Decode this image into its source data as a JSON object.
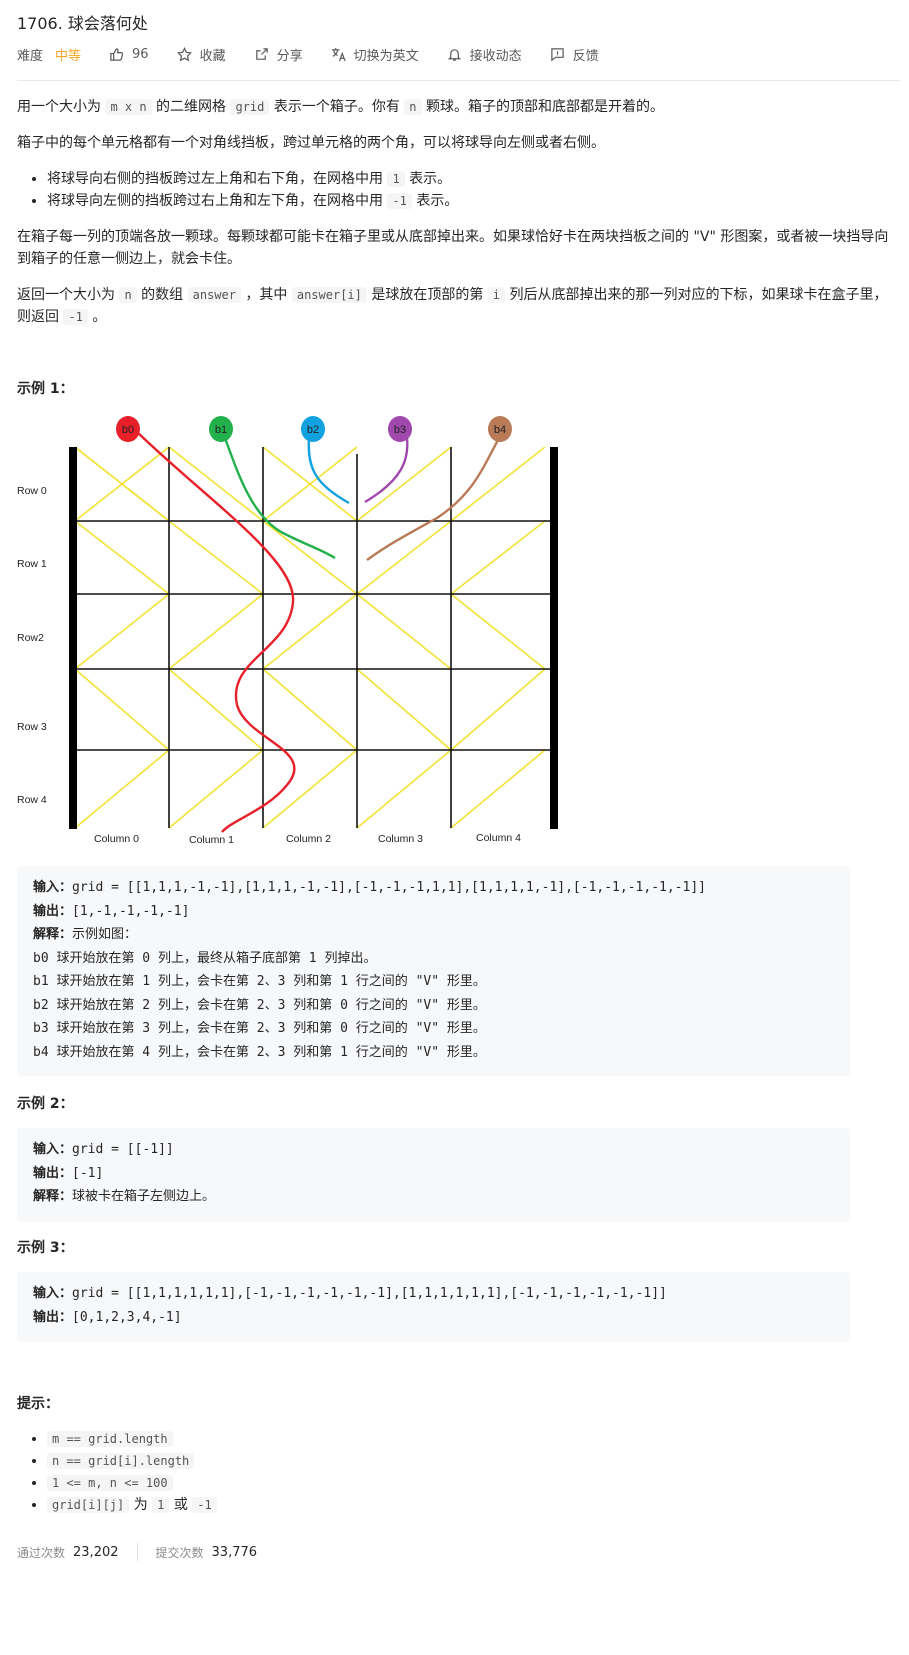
{
  "header": {
    "title": "1706. 球会落何处",
    "difficulty_label": "难度",
    "difficulty": "中等",
    "likes": "96",
    "favorite": "收藏",
    "share": "分享",
    "switch_lang": "切换为英文",
    "notify": "接收动态",
    "feedback": "反馈"
  },
  "description": {
    "p1_a": "用一个大小为 ",
    "p1_code1": "m x n",
    "p1_b": " 的二维网格 ",
    "p1_code2": "grid",
    "p1_c": " 表示一个箱子。你有 ",
    "p1_code3": "n",
    "p1_d": " 颗球。箱子的顶部和底部都是开着的。",
    "p2": "箱子中的每个单元格都有一个对角线挡板，跨过单元格的两个角，可以将球导向左侧或者右侧。",
    "li1_a": "将球导向右侧的挡板跨过左上角和右下角，在网格中用 ",
    "li1_code": "1",
    "li1_b": " 表示。",
    "li2_a": "将球导向左侧的挡板跨过右上角和左下角，在网格中用 ",
    "li2_code": "-1",
    "li2_b": " 表示。",
    "p3": "在箱子每一列的顶端各放一颗球。每颗球都可能卡在箱子里或从底部掉出来。如果球恰好卡在两块挡板之间的 \"V\" 形图案，或者被一块挡导向到箱子的任意一侧边上，就会卡住。",
    "p4_a": "返回一个大小为 ",
    "p4_code1": "n",
    "p4_b": " 的数组 ",
    "p4_code2": "answer",
    "p4_c": " ，其中 ",
    "p4_code3": "answer[i]",
    "p4_d": " 是球放在顶部的第 ",
    "p4_code4": "i",
    "p4_e": " 列后从底部掉出来的那一列对应的下标，如果球卡在盒子里，则返回 ",
    "p4_code5": "-1",
    "p4_f": " 。"
  },
  "figure": {
    "balls": [
      "b0",
      "b1",
      "b2",
      "b3",
      "b4"
    ],
    "ball_colors": [
      "#e8202a",
      "#22b04b",
      "#12a2e0",
      "#a148ad",
      "#b97a57"
    ],
    "rows": [
      "Row 0",
      "Row 1",
      "Row2",
      "Row 3",
      "Row 4"
    ],
    "columns": [
      "Column 0",
      "Column 1",
      "Column 2",
      "Column 3",
      "Column 4"
    ]
  },
  "examples": [
    {
      "title": "示例 1：",
      "input_label": "输入：",
      "input": "grid = [[1,1,1,-1,-1],[1,1,1,-1,-1],[-1,-1,-1,1,1],[1,1,1,1,-1],[-1,-1,-1,-1,-1]]",
      "output_label": "输出：",
      "output": "[1,-1,-1,-1,-1]",
      "explain_label": "解释：",
      "explain": "示例如图：",
      "lines": [
        "b0 球开始放在第 0 列上，最终从箱子底部第 1 列掉出。",
        "b1 球开始放在第 1 列上，会卡在第 2、3 列和第 1 行之间的 \"V\" 形里。",
        "b2 球开始放在第 2 列上，会卡在第 2、3 列和第 0 行之间的 \"V\" 形里。",
        "b3 球开始放在第 3 列上，会卡在第 2、3 列和第 0 行之间的 \"V\" 形里。",
        "b4 球开始放在第 4 列上，会卡在第 2、3 列和第 1 行之间的 \"V\" 形里。"
      ]
    },
    {
      "title": "示例 2：",
      "input_label": "输入：",
      "input": "grid = [[-1]]",
      "output_label": "输出：",
      "output": "[-1]",
      "explain_label": "解释：",
      "explain": "球被卡在箱子左侧边上。"
    },
    {
      "title": "示例 3：",
      "input_label": "输入：",
      "input": "grid = [[1,1,1,1,1,1],[-1,-1,-1,-1,-1,-1],[1,1,1,1,1,1],[-1,-1,-1,-1,-1,-1]]",
      "output_label": "输出：",
      "output": "[0,1,2,3,4,-1]"
    }
  ],
  "hints": {
    "title": "提示：",
    "items": [
      {
        "code": "m == grid.length"
      },
      {
        "code": "n == grid[i].length"
      },
      {
        "code": "1 <= m, n <= 100"
      },
      {
        "code_a": "grid[i][j]",
        "mid": " 为 ",
        "code_b": "1",
        "mid2": " 或 ",
        "code_c": "-1"
      }
    ]
  },
  "stats": {
    "passed_label": "通过次数",
    "passed": "23,202",
    "submitted_label": "提交次数",
    "submitted": "33,776"
  }
}
